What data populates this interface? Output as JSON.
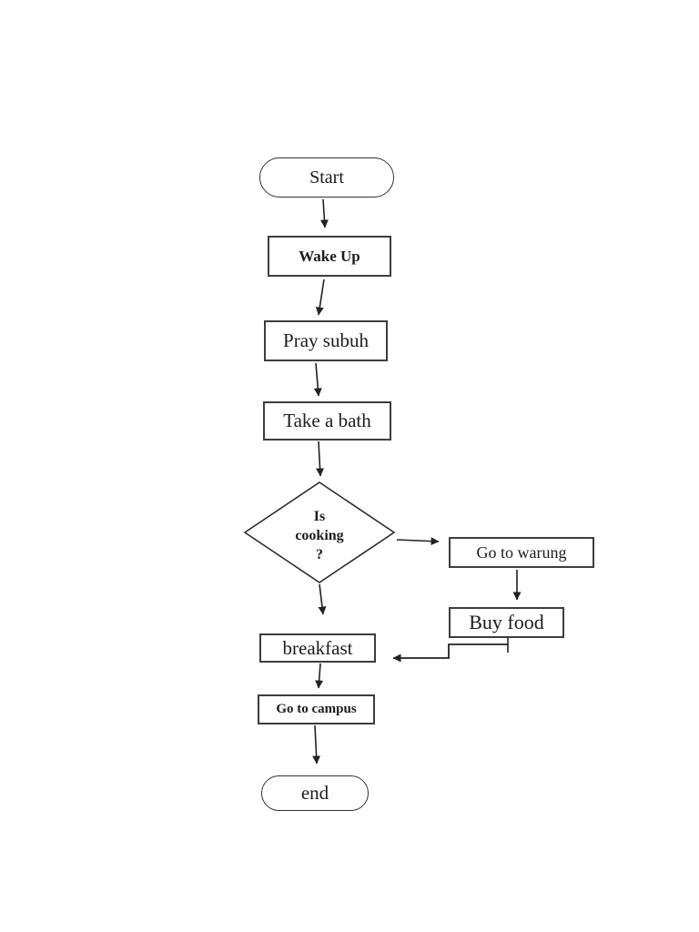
{
  "diagram": {
    "title": "daily-morning-routine-flowchart",
    "colors": {
      "background": "#ffffff",
      "node_fill": "#ffffff",
      "stroke": "#2e2e2e",
      "text": "#1c1c1c"
    },
    "nodes": {
      "start": {
        "type": "terminator",
        "label": "Start"
      },
      "wake_up": {
        "type": "process",
        "label": "Wake Up"
      },
      "pray_subuh": {
        "type": "process",
        "label": "Pray subuh"
      },
      "take_a_bath": {
        "type": "process",
        "label": "Take a bath"
      },
      "is_cooking": {
        "type": "decision",
        "line1": "Is",
        "line2": "cooking",
        "line3": "?"
      },
      "go_to_warung": {
        "type": "process",
        "label": "Go to warung"
      },
      "buy_food": {
        "type": "process",
        "label": "Buy food"
      },
      "breakfast": {
        "type": "process",
        "label": "breakfast"
      },
      "go_to_campus": {
        "type": "process",
        "label": "Go to campus"
      },
      "end": {
        "type": "terminator",
        "label": "end"
      }
    },
    "edges": [
      {
        "from": "start",
        "to": "wake_up"
      },
      {
        "from": "wake_up",
        "to": "pray_subuh"
      },
      {
        "from": "pray_subuh",
        "to": "take_a_bath"
      },
      {
        "from": "take_a_bath",
        "to": "is_cooking"
      },
      {
        "from": "is_cooking",
        "to": "go_to_warung"
      },
      {
        "from": "is_cooking",
        "to": "breakfast"
      },
      {
        "from": "go_to_warung",
        "to": "buy_food"
      },
      {
        "from": "buy_food",
        "to": "breakfast"
      },
      {
        "from": "breakfast",
        "to": "go_to_campus"
      },
      {
        "from": "go_to_campus",
        "to": "end"
      }
    ]
  }
}
